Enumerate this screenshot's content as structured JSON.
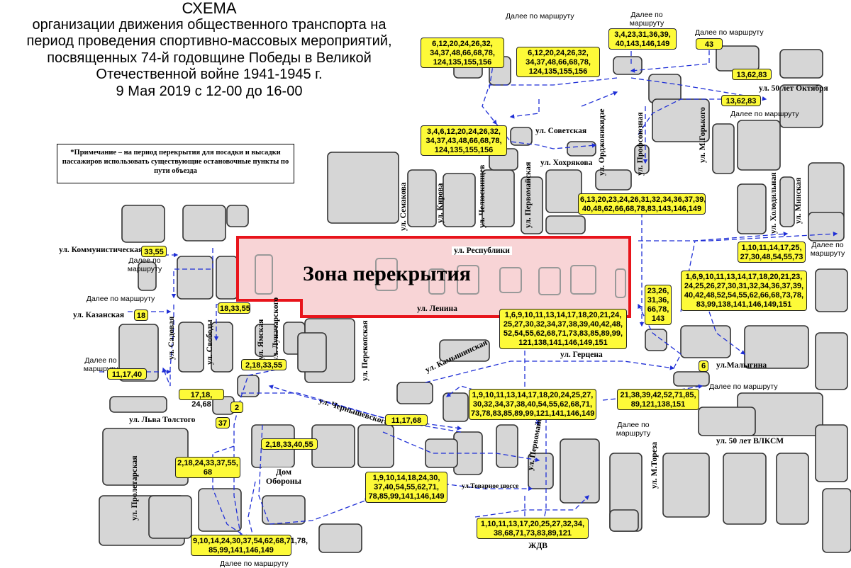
{
  "title": {
    "heading": "СХЕМА",
    "lines": [
      "организации движения общественного транспорта на",
      "период проведения спортивно-массовых мероприятий,",
      "посвященных 74-й годовщине Победы в Великой",
      "Отечественной войне 1941-1945 г.",
      "9 Мая 2019 с 12-00 до 16-00"
    ]
  },
  "note": "*Примечание – на период перекрытия для посадки и высадки пассажиров использовать существующие остановочные пункты по пути объезда",
  "zone": {
    "label": "Зона перекрытия"
  },
  "landmarks": {
    "dom_oborony": "Дом Обороны"
  },
  "colors": {
    "route_box": "#fdfa38",
    "route_arrow": "#1f2fd6",
    "zone_border": "#e8141b",
    "zone_fill": "#f7cccf",
    "building": "#d6d6d6"
  },
  "streets": {
    "kommunisticheskaya": "ул. Коммунистическая",
    "kazanskaya": "ул. Казанская",
    "sadovaya": "ул. Садовая",
    "svobody": "ул. Свободы",
    "yamskaya": "ул. Ямская",
    "lunacharskogo": "ул. Луначарского",
    "lva_tolstogo": "ул. Льва Толстого",
    "proletarskaya": "ул. Пролетарская",
    "perekopskaya": "ул. Перекопская",
    "kamyshinskaya": "ул. Камышинская",
    "chernyshevskogo": "ул. Чернышевского",
    "semakova": "ул. Семакова",
    "kirova": "ул. Кирова",
    "chelyuskintsev": "ул. Челюскинцев",
    "pervomayskaya": "ул. Первомайская",
    "pervomayskaya_south": "ул. Первомайская",
    "sovetskaya": "ул. Советская",
    "khokhryakova": "ул. Хохрякова",
    "ordzhonikidze": "ул. Орджоникидзе",
    "profsoyuznaya": "ул. Профсоюзная",
    "m_gorkogo": "ул. М.Горького",
    "kholodilnaya": "ул. Холодильная",
    "minskaya": "ул. Минская",
    "respubliki": "ул. Республики",
    "lenina": "ул. Ленина",
    "gertsena": "ул. Герцена",
    "malygina": "ул.Малыгина",
    "oktyabrya": "ул. 50 лет Октября",
    "vlksm": "ул. 50 лет ВЛКСМ",
    "m_toreza": "ул. М.Тореза",
    "tovarnoe": "ул.Товарное шоссе",
    "zhdv": "ЖДВ"
  },
  "further": {
    "top_center": "Далее по маршруту",
    "top_right_a": "Далее по маршруту",
    "top_right_b": "Далее по маршруту",
    "oktyabrya": "Далее по маршруту",
    "right_edge": "Далее по маршруту",
    "left_kommunist": "Далее по маршруту",
    "left_kazan": "Далее по маршруту",
    "left_sadovaya": "Далее по маршруту",
    "malygina": "Далее по маршруту",
    "vlksm": "Далее по маршруту",
    "bottom": "Далее по маршруту"
  },
  "routes": {
    "b_top_a": "6,12,20,24,26,32, 34,37,48,66,68,78, 124,135,155,156",
    "b_top_b": "6,12,20,24,26,32, 34,37,48,66,68,78, 124,135,155,156",
    "b_top_c": "3,4,23,31,36,39, 40,143,146,149",
    "b_43": "43",
    "b_13a": "13,62,83",
    "b_13b": "13,62,83",
    "b_sov": "3,4,6,12,20,24,26,32, 34,37,43,48,66,68,78, 124,135,155,156",
    "b_prof": "6,13,20,23,24,26,31,32,34,36,37,39, 40,48,62,66,68,78,83,143,146,149",
    "b_right1": "1,10,11,14,17,25, 27,30,48,54,55,73",
    "b_right2": "1,6,9,10,11,13,14,17,18,20,21,23, 24,25,26,27,30,31,32,34,36,37,39, 40,42,48,52,54,55,62,66,68,73,78, 83,99,138,141,146,149,151",
    "b_23": "23,26, 31,36, 66,78, 143",
    "b_lenina": "1,6,9,10,11,13,14,17,18,20,21,24, 25,27,30,32,34,37,38,39,40,42,48, 52,54,55,62,68,71,73,83,85,89,99, 121,138,141,146,149,151",
    "b_6": "6",
    "b_malyg": "21,38,39,42,52,71,85, 89,121,138,151",
    "b_gertsena": "1,9,10,11,13,14,17,18,20,24,25,27, 30,32,34,37,38,40,54,55,62,68,71, 73,78,83,85,89,99,121,141,146,149",
    "b_33": "33,55",
    "b_18": "18",
    "b_1833": "18,33,55",
    "b_11l": "11,17,40",
    "b_2183": "2,18,33,55",
    "b_17": "17,18, 24,68",
    "b_2": "2",
    "b_37": "37",
    "b_11c": "11,17,68",
    "b_218d": "2,18,33,40,55",
    "b_218e": "2,18,24,33,37,55, 68",
    "b_tov": "1,9,10,14,18,24,30, 37,40,54,55,62,71, 78,85,99,141,146,149",
    "b_zhdv": "1,10,11,13,17,20,25,27,32,34, 38,68,71,73,83,89,121",
    "b_bottom": "9,10,14,24,30,37,54,62,68,71,78, 85,99,141,146,149"
  }
}
